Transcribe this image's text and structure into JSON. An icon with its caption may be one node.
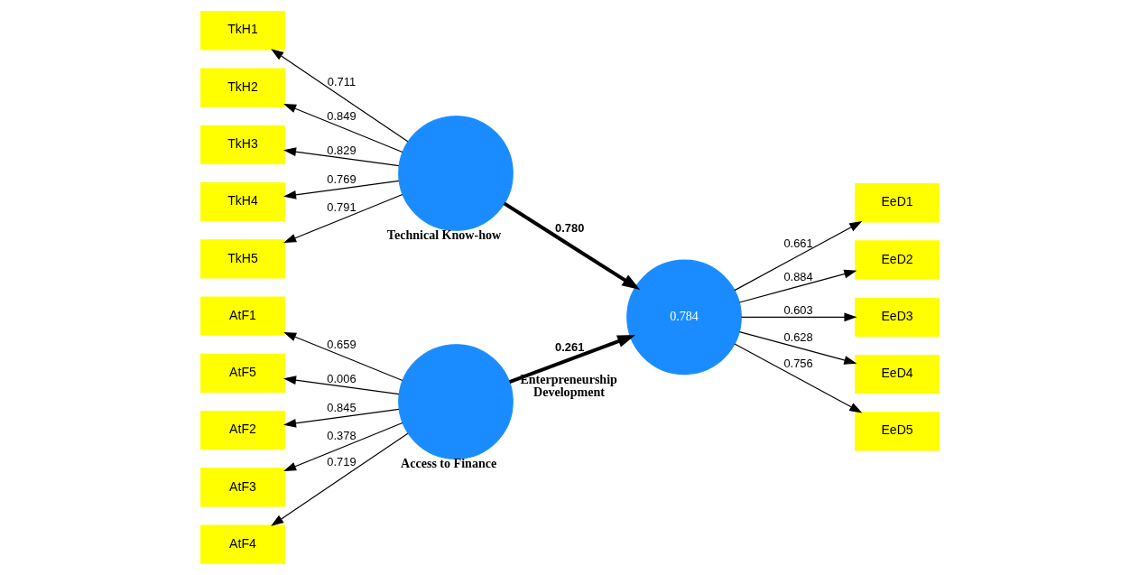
{
  "diagram": {
    "nodes": [
      {
        "text": [
          "AtF1"
        ]
      },
      {
        "text": [
          "AtF2"
        ]
      },
      {
        "text": [
          "AtF3"
        ]
      },
      {
        "text": [
          "AtF4"
        ]
      },
      {
        "text": [
          "AtF5"
        ]
      },
      {
        "text": [
          "Access to Finance"
        ]
      },
      {
        "text": [
          "EeD1"
        ]
      },
      {
        "text": [
          "EeD2"
        ]
      },
      {
        "text": [
          "EeD3"
        ]
      },
      {
        "text": [
          "EeD4"
        ]
      },
      {
        "text": [
          "EeD5"
        ]
      },
      {
        "text": [
          "0.784",
          "Enterpreneurship Development"
        ]
      },
      {
        "text": [
          "TkH1"
        ]
      },
      {
        "text": [
          "TkH2"
        ]
      },
      {
        "text": [
          "TkH3"
        ]
      },
      {
        "text": [
          "TkH4"
        ]
      },
      {
        "text": [
          "TkH5"
        ]
      },
      {
        "text": [
          "Technical Know-how"
        ]
      }
    ],
    "edges": [
      {
        "from": 5,
        "to": 0,
        "arrow": "to",
        "label": "0.659"
      },
      {
        "from": 5,
        "to": 1,
        "arrow": "to",
        "label": "0.845"
      },
      {
        "from": 5,
        "to": 2,
        "arrow": "to",
        "label": "0.378"
      },
      {
        "from": 5,
        "to": 3,
        "arrow": "to",
        "label": "0.719"
      },
      {
        "from": 5,
        "to": 4,
        "arrow": "to",
        "label": "0.006"
      },
      {
        "from": 5,
        "to": 11,
        "arrow": "to",
        "label": "0.261",
        "style": "thick"
      },
      {
        "from": 17,
        "to": 11,
        "arrow": "to",
        "label": "0.780",
        "style": "thick"
      },
      {
        "from": 11,
        "to": 6,
        "arrow": "to",
        "label": "0.661"
      },
      {
        "from": 11,
        "to": 7,
        "arrow": "to",
        "label": "0.884"
      },
      {
        "from": 11,
        "to": 8,
        "arrow": "to",
        "label": "0.603"
      },
      {
        "from": 11,
        "to": 9,
        "arrow": "to",
        "label": "0.628"
      },
      {
        "from": 11,
        "to": 10,
        "arrow": "to",
        "label": "0.756"
      },
      {
        "from": 17,
        "to": 12,
        "arrow": "to",
        "label": "0.711"
      },
      {
        "from": 17,
        "to": 13,
        "arrow": "to",
        "label": "0.849"
      },
      {
        "from": 17,
        "to": 14,
        "arrow": "to",
        "label": "0.829"
      },
      {
        "from": 17,
        "to": 15,
        "arrow": "to",
        "label": "0.769"
      },
      {
        "from": 17,
        "to": 16,
        "arrow": "to",
        "label": "0.791"
      }
    ]
  }
}
